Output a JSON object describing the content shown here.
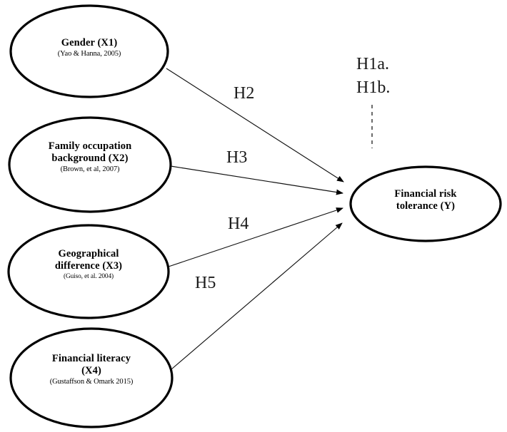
{
  "diagram": {
    "type": "conceptual-framework",
    "background_color": "#ffffff",
    "stroke_color": "#000000",
    "predictors": [
      {
        "id": "x1",
        "title": "Gender (X1)",
        "citation": "(Yao & Hanna, 2005)",
        "hypothesis": "H2"
      },
      {
        "id": "x2",
        "title_line1": "Family occupation",
        "title_line2": "background (X2)",
        "citation": "(Brown, et al, 2007)",
        "hypothesis": "H3"
      },
      {
        "id": "x3",
        "title_line1": "Geographical",
        "title_line2": "difference (X3)",
        "citation": "(Guiso, et al. 2004)",
        "hypothesis": "H4"
      },
      {
        "id": "x4",
        "title_line1": "Financial literacy",
        "title_line2": "(X4)",
        "citation": "(Gustaffson & Omark 2015)",
        "hypothesis": "H5"
      }
    ],
    "outcome": {
      "id": "y",
      "title_line1": "Financial risk",
      "title_line2": "tolerance (Y)"
    },
    "moderator_labels": {
      "line1": "H1a.",
      "line2": "H1b."
    }
  }
}
